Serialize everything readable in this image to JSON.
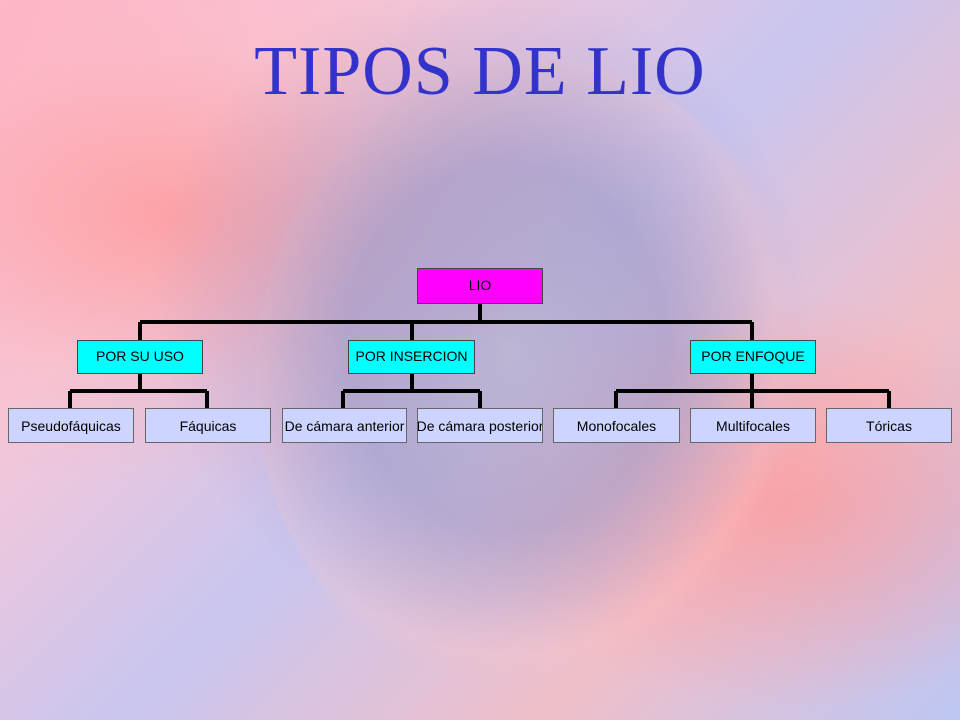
{
  "title": "TIPOS DE LIO",
  "colors": {
    "title": "#3333cc",
    "root": "#ff00ff",
    "category": "#00ffff",
    "leaf": "#cdd4ff"
  },
  "tree": {
    "root": "LIO",
    "categories": [
      {
        "label": "POR SU USO",
        "children": [
          "Pseudofáquicas",
          "Fáquicas"
        ]
      },
      {
        "label": "POR INSERCION",
        "children": [
          "De cámara anterior",
          "De cámara posterior"
        ]
      },
      {
        "label": "POR ENFOQUE",
        "children": [
          "Monofocales",
          "Multifocales",
          "Tóricas"
        ]
      }
    ]
  }
}
